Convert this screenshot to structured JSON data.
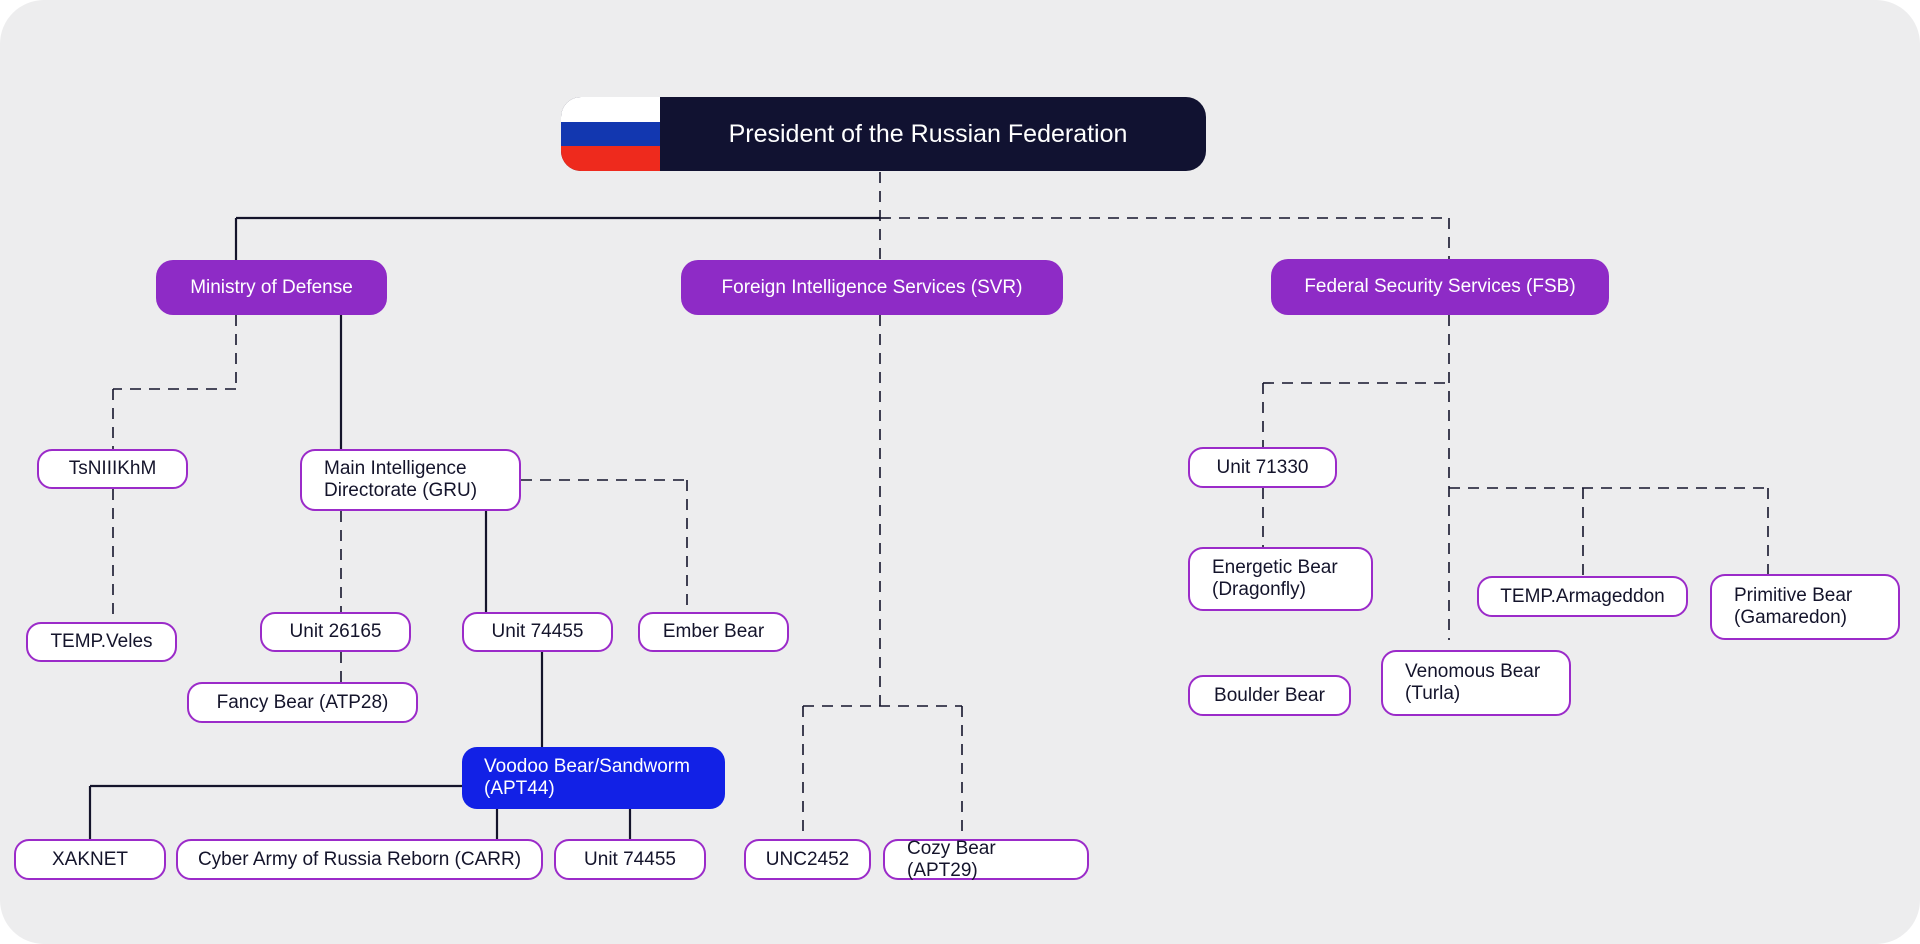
{
  "colors": {
    "background": "#ededee",
    "president_bg": "#111231",
    "agency": "#8e2bc6",
    "highlight": "#1221e6",
    "node_border": "#9b2bc9",
    "line": "#14142b",
    "flag_white": "#ffffff",
    "flag_blue": "#1237b0",
    "flag_red": "#ee2a1d"
  },
  "president": {
    "title": "President of the Russian Federation",
    "flag_icon": "russian-flag-icon"
  },
  "agencies": {
    "mod": "Ministry of Defense",
    "svr": "Foreign Intelligence Services (SVR)",
    "fsb": "Federal Security Services (FSB)"
  },
  "mod": {
    "tsniikhm": "TsNIIIKhM",
    "temp_veles": "TEMP.Veles",
    "gru": "Main Intelligence\nDirectorate (GRU)",
    "unit_26165": "Unit 26165",
    "fancy_bear": "Fancy Bear (ATP28)",
    "unit_74455": "Unit 74455",
    "ember_bear": "Ember Bear",
    "sandworm": "Voodoo Bear/Sandworm\n(APT44)",
    "xaknet": "XAKNET",
    "carr": "Cyber Army of Russia Reborn (CARR)",
    "unit_74455_b": "Unit 74455"
  },
  "svr": {
    "unc2452": "UNC2452",
    "cozy_bear": "Cozy Bear (APT29)"
  },
  "fsb": {
    "unit_71330": "Unit 71330",
    "energetic_bear": "Energetic Bear\n(Dragonfly)",
    "boulder_bear": "Boulder Bear",
    "venomous_bear": "Venomous Bear\n(Turla)",
    "temp_armageddon": "TEMP.Armageddon",
    "primitive_bear": "Primitive Bear\n(Gamaredon)"
  }
}
